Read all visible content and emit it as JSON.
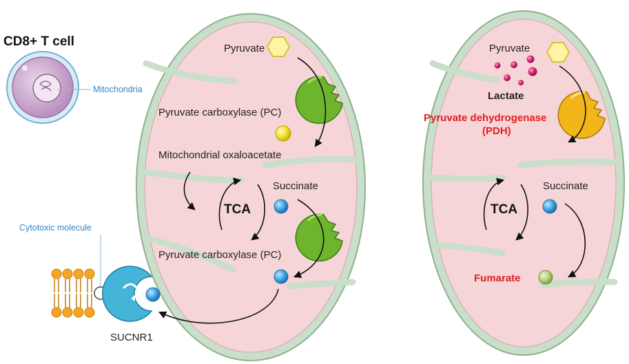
{
  "title": "CD8+ T cell",
  "labels": {
    "mitochondria": "Mitochondria",
    "cytotoxic_molecule": "Cytotoxic molecule",
    "sucnr1": "SUCNR1"
  },
  "left_cell": {
    "pyruvate": "Pyruvate",
    "pc_top": "Pyruvate carboxylase (PC)",
    "oxaloacetate": "Mitochondrial oxaloacetate",
    "succinate": "Succinate",
    "tca": "TCA",
    "pc_bottom": "Pyruvate carboxylase (PC)"
  },
  "right_cell": {
    "pyruvate": "Pyruvate",
    "lactate": "Lactate",
    "pdh_line1": "Pyruvate dehydrogenase",
    "pdh_line2": "(PDH)",
    "succinate": "Succinate",
    "tca": "TCA",
    "fumarate": "Fumarate"
  },
  "colors": {
    "membrane": "#c9dfc9",
    "inner": "#f6d5d8",
    "enzyme_green": "#6cb52d",
    "enzyme_orange": "#f2b619",
    "succinate_blue": "#3ea4e3",
    "oxaloacetate_yellow": "#f2e12a",
    "lactate_magenta": "#d2246f",
    "fumarate_green": "#b4d07c",
    "label_red": "#e02020",
    "label_blue": "#2f86c8"
  }
}
